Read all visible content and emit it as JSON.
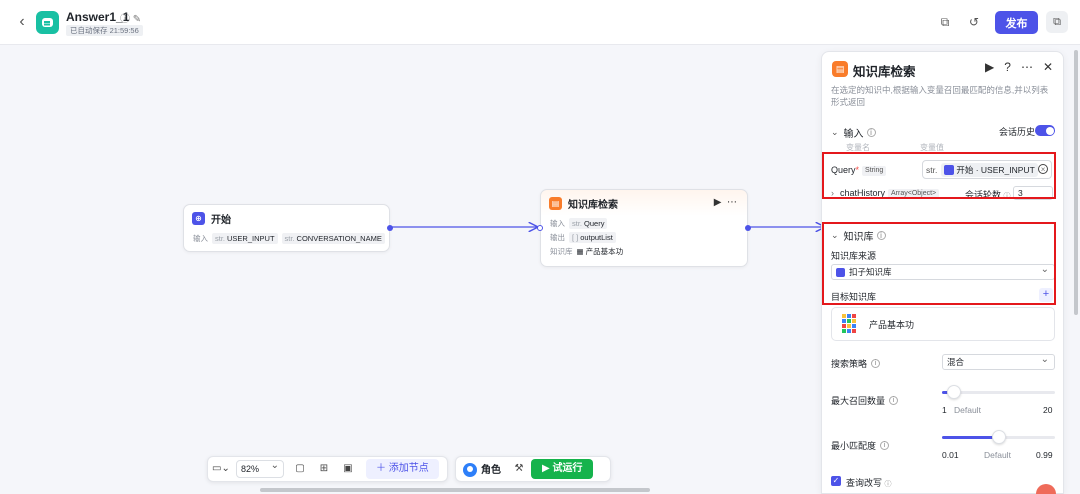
{
  "header": {
    "app_name": "Answer1_1",
    "autosave": "已自动保存 21:59:56",
    "publish_label": "发布"
  },
  "nodes": {
    "start": {
      "title": "开始",
      "input_label": "输入",
      "type_prefix": "str.",
      "inputs": [
        "USER_INPUT",
        "CONVERSATION_NAME"
      ]
    },
    "kb": {
      "title": "知识库检索",
      "input_label": "输入",
      "input_type": "str.",
      "input_value": "Query",
      "output_label": "输出",
      "output_type": "[ ]",
      "output_value": "outputList",
      "kb_label": "知识库",
      "kb_value": "产品基本功"
    }
  },
  "toolbar": {
    "zoom": "82%",
    "add_node": "添加节点",
    "role": "角色",
    "run": "试运行"
  },
  "panel": {
    "title": "知识库检索",
    "description": "在选定的知识中,根据输入变量召回最匹配的信息,并以列表形式返回",
    "input_section": "输入",
    "history_label": "会话历史",
    "history_enabled": true,
    "col_var_name": "变量名",
    "col_var_value": "变量值",
    "query_label": "Query",
    "query_type": "String",
    "query_ref_prefix": "str.",
    "query_ref_node": "开始",
    "query_ref_var": "USER_INPUT",
    "chat_history_label": "chatHistory",
    "chat_history_type": "Array<Object>",
    "turns_label": "会话轮数",
    "turns_value": "3",
    "kb_section": "知识库",
    "kb_source_label": "知识库来源",
    "kb_source_value": "扣子知识库",
    "target_kb_label": "目标知识库",
    "target_kb_item": "产品基本功",
    "strategy_label": "搜索策略",
    "strategy_value": "混合",
    "max_recall_label": "最大召回数量",
    "max_recall": {
      "min": "1",
      "default_label": "Default",
      "max": "20",
      "value": 3
    },
    "min_match_label": "最小匹配度",
    "min_match": {
      "min": "0.01",
      "default_label": "Default",
      "max": "0.99",
      "value": 0.5
    },
    "query_rewrite_label": "查询改写",
    "query_rewrite_checked": true
  },
  "colors": {
    "accent": "#4d53e8",
    "start_icon": "#4d53e8",
    "kb_icon": "#f97c2a",
    "run_green": "#15b34c",
    "highlight_red": "#e4181c"
  }
}
